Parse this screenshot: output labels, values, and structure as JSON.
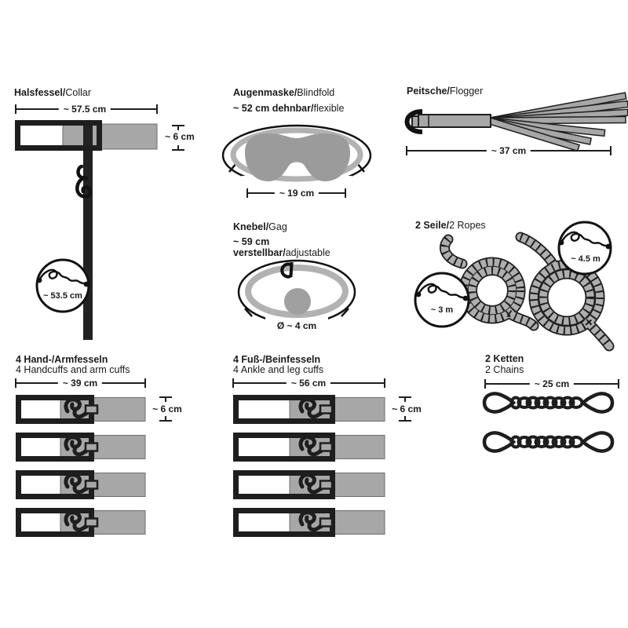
{
  "sep": "/",
  "collar": {
    "de": "Halsfessel",
    "en": "Collar",
    "width": "~ 57.5 cm",
    "height": "~ 6 cm",
    "leash": "~ 53.5 cm"
  },
  "blindfold": {
    "de": "Augenmaske",
    "en": "Blindfold",
    "stretch_de": "~ 52 cm dehnbar",
    "stretch_en": "flexible",
    "width": "~ 19 cm"
  },
  "flogger": {
    "de": "Peitsche",
    "en": "Flogger",
    "length": "~ 37 cm"
  },
  "gag": {
    "de": "Knebel",
    "en": "Gag",
    "length": "~ 59 cm",
    "adjust_de": "verstellbar",
    "adjust_en": "adjustable",
    "ball": "Ø ~ 4 cm"
  },
  "ropes": {
    "de": "2 Seile",
    "en": "2 Ropes",
    "short": "~ 3 m",
    "long": "~ 4.5 m"
  },
  "handcuffs": {
    "de": "4 Hand-/Armfesseln",
    "en": "4 Handcuffs and arm cuffs",
    "width": "~ 39 cm",
    "height": "~ 6 cm",
    "count": 4
  },
  "anklecuffs": {
    "de": "4 Fuß-/Beinfesseln",
    "en": "4 Ankle and leg cuffs",
    "width": "~ 56 cm",
    "height": "~ 6 cm",
    "count": 4
  },
  "chains": {
    "de": "2 Ketten",
    "en": "2 Chains",
    "length": "~ 25 cm",
    "count": 2
  },
  "colors": {
    "item_gray": "#a7a7a7",
    "outline_black": "#1e1e1e",
    "band_gray": "#b2b2b2",
    "rope_gray": "#aeaeae"
  }
}
